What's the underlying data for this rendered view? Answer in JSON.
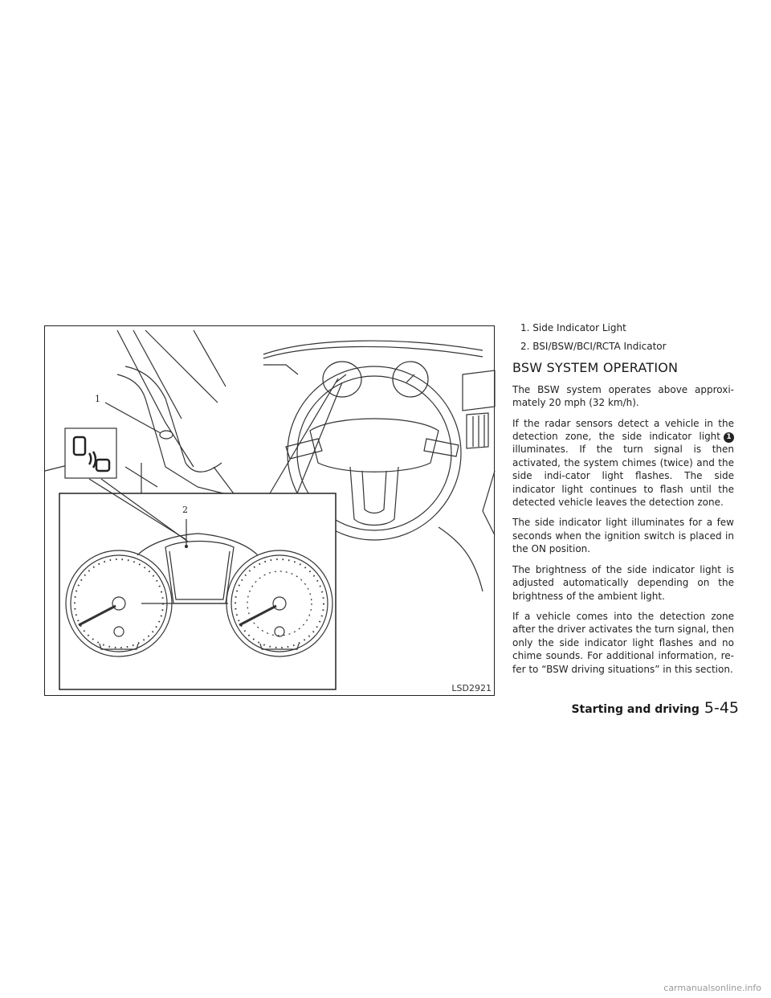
{
  "figure": {
    "code": "LSD2921",
    "callout_1": "1",
    "callout_2": "2"
  },
  "legend": [
    "1. Side Indicator Light",
    "2. BSI/BSW/BCI/RCTA Indicator"
  ],
  "section": {
    "title": "BSW SYSTEM OPERATION",
    "p1": "The BSW system operates above approxi-mately 20 mph (32 km/h).",
    "p2_before": "If the radar sensors detect a vehicle in the detection zone, the side indicator light",
    "p2_marker": "1",
    "p2_after": "illuminates. If the turn signal is then activated, the system chimes (twice) and the side indi-cator light flashes. The side indicator light continues to flash until the detected vehicle leaves the detection zone.",
    "p3": "The side indicator light illuminates for a few seconds when the ignition switch is placed in the ON position.",
    "p4": "The brightness of the side indicator light is adjusted automatically depending on the brightness of the ambient light.",
    "p5": "If a vehicle comes into the detection zone after the driver activates the turn signal, then only the side indicator light flashes and no chime sounds. For additional information, re-fer to “BSW driving situations” in this section."
  },
  "footer": {
    "section": "Starting and driving",
    "page": "5-45"
  },
  "watermark": "carmanualsonline.info"
}
